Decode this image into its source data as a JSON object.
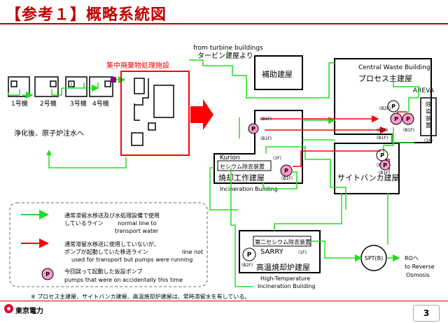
{
  "title": "【参考１】概略系統図",
  "units": {
    "u1": "1号機",
    "u2": "2号機",
    "u3": "3号機",
    "u4": "4号機"
  },
  "purify_note": "浄化後、原子炉注水へ",
  "central_facility": "集中廃棄物処理施設",
  "turbine": {
    "en": "from turbine buildings",
    "jp": "タービン建屋より"
  },
  "auxiliary": "補助建屋",
  "process": {
    "en": "Central Waste Building",
    "jp": "プロセス主建屋"
  },
  "areva": "AREVA",
  "decon": "除染装置",
  "kurion": "Kurion",
  "cesium1": "セシウム除去装置",
  "incineration": {
    "jp": "焼却工作建屋",
    "en": "Incineration Building"
  },
  "site_bunker": "サイトバンカ建屋",
  "cesium2": "第二セシウム除去装置",
  "sarry": "SARRY",
  "hti": {
    "jp": "高温焼却炉建屋",
    "en1": "High-Temperature",
    "en2": "Incineration Building"
  },
  "spt": "SPT(B)",
  "ro": {
    "jp": "ROへ",
    "en1": "to Reverse",
    "en2": "Osmosis"
  },
  "floors": {
    "b1f": "(B1F)",
    "b2f": "(B2F)",
    "f1": "(1F)"
  },
  "pump_label": "P",
  "legend": {
    "green_jp1": "通常滞留水移送及び水処理設備で使用",
    "green_jp2": "しているライン",
    "green_en1": "normal line to",
    "green_en2": "transport water",
    "red_jp1": "通常滞留水移送に使用していないが、",
    "red_jp2": "ポンプが起動していた移送ライン",
    "red_en1": "line not",
    "red_en2": "used for transport but pumps were running",
    "pump_jp": "今回誤って起動した仮設ポンプ",
    "pump_en": "pumps that were on accidentally this time"
  },
  "footnote": "※ プロセス主建屋、サイトバンカ建屋、高温焼却炉建屋は、常時滞留水を有している。",
  "company": "東京電力",
  "page": "3",
  "colors": {
    "green": "#22dd22",
    "red": "#ff0000",
    "pump": "#ff99cc",
    "magenta": "#800080"
  }
}
